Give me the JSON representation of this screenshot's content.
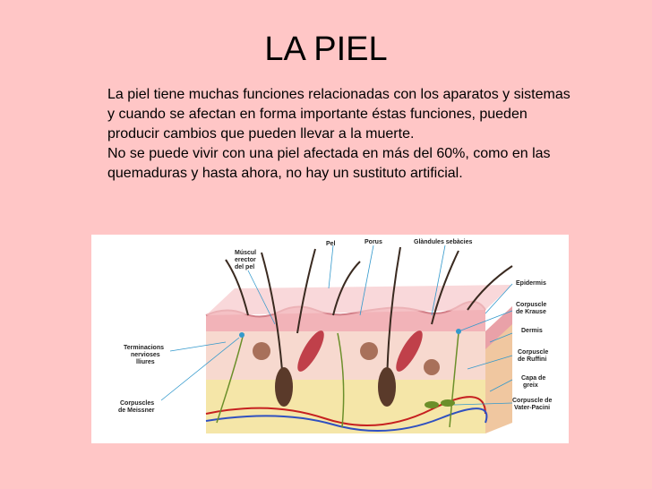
{
  "slide": {
    "title": "LA PIEL",
    "paragraph1": "La piel tiene muchas funciones relacionadas con los aparatos y sistemas  y cuando se afectan en forma importante éstas funciones, pueden producir cambios que pueden llevar a la muerte.",
    "paragraph2": "No se puede vivir con una piel afectada en más del 60%, como en las quemaduras y hasta ahora, no hay un sustituto artificial."
  },
  "diagram": {
    "labels": {
      "musculo_1": "Múscul",
      "musculo_2": "erector",
      "musculo_3": "del pel",
      "pel": "Pel",
      "porus": "Porus",
      "glandules": "Glàndules sebàcies",
      "epidermis": "Epidermis",
      "krause_1": "Corpuscle",
      "krause_2": "de Krause",
      "dermis": "Dermis",
      "ruffini_1": "Corpuscle",
      "ruffini_2": "de Ruffini",
      "capa_1": "Capa de",
      "capa_2": "greix",
      "vater_1": "Corpuscle  de",
      "vater_2": "Vater-Pacini",
      "terminacions_1": "Terminacions",
      "terminacions_2": "nervioses",
      "terminacions_3": "lliures",
      "meissner_1": "Corpuscles",
      "meissner_2": "de Meissner"
    },
    "colors": {
      "epidermis": "#f2b3b8",
      "dermis": "#f7d9cf",
      "fat": "#f5e6a8",
      "hair": "#3a2a20",
      "nerve": "#6b8f2a",
      "artery": "#c62020",
      "vein": "#3050c0",
      "label_line": "#3399cc"
    }
  }
}
